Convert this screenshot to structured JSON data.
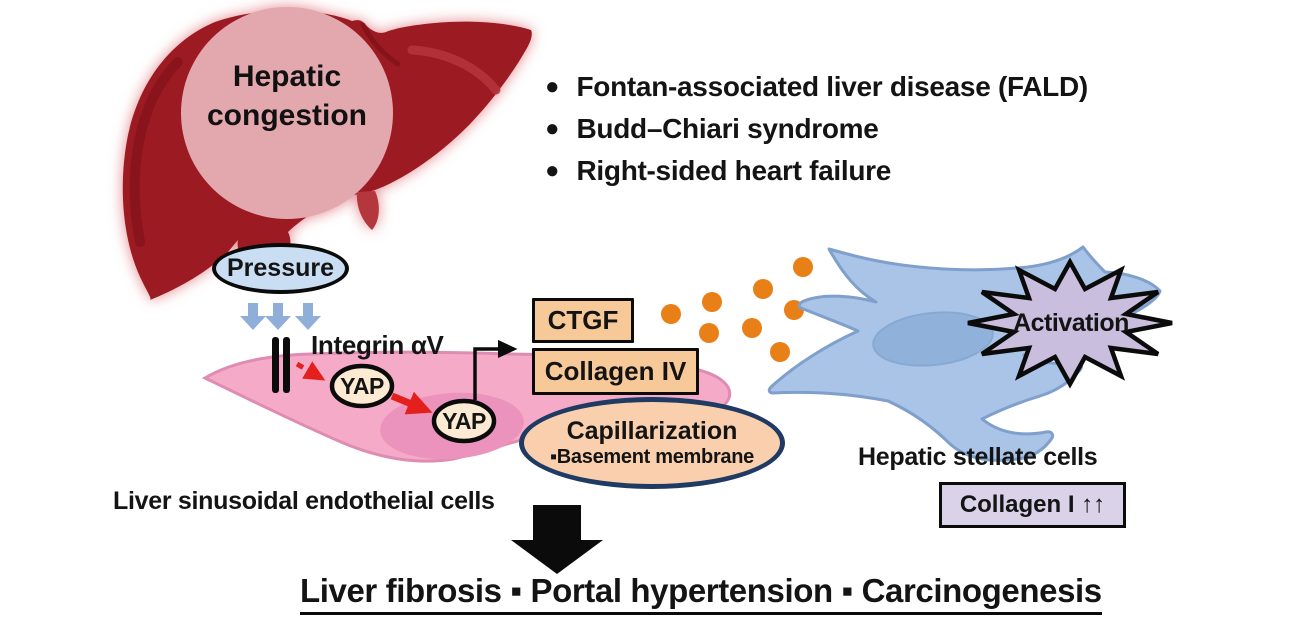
{
  "liver": {
    "congestion_label": "Hepatic congestion"
  },
  "diseases": {
    "marker": "●",
    "items": [
      "Fontan-associated liver disease (FALD)",
      "Budd–Chiari syndrome",
      "Right-sided heart failure"
    ]
  },
  "pressure": {
    "label": "Pressure"
  },
  "integrin": {
    "label": "Integrin αV"
  },
  "yap": {
    "label": "YAP"
  },
  "mediators": {
    "ctgf": "CTGF",
    "collagen4": "Collagen IV"
  },
  "capillarization": {
    "title": "Capillarization",
    "subtitle": "▪Basement membrane"
  },
  "stellate": {
    "label": "Hepatic stellate cells",
    "activation_label": "Activation",
    "collagen1_label": "Collagen I ↑↑"
  },
  "lsec": {
    "label": "Liver sinusoidal endothelial cells"
  },
  "outcome": {
    "label": "Liver fibrosis ▪ Portal hypertension ▪ Carcinogenesis"
  },
  "colors": {
    "liver_red": "#9c1a21",
    "congestion_pink": "#e3a8ad",
    "pressure_blue": "#c9ddf3",
    "flow_arrow_blue": "#8fafd8",
    "lsec_pink": "#f5abc8",
    "lsec_nucleus_pink": "#eb93bc",
    "yap_cream": "#fcead3",
    "signal_red": "#e3201b",
    "mediator_peach": "#f8c998",
    "capillarization_peach": "#f9cfad",
    "capillarization_border_navy": "#1f3a63",
    "secreted_dot_orange": "#e97f17",
    "stellate_blue": "#a9c4e6",
    "activation_purple": "#c9bedd",
    "collagen1_purple": "#d9d2e9"
  }
}
